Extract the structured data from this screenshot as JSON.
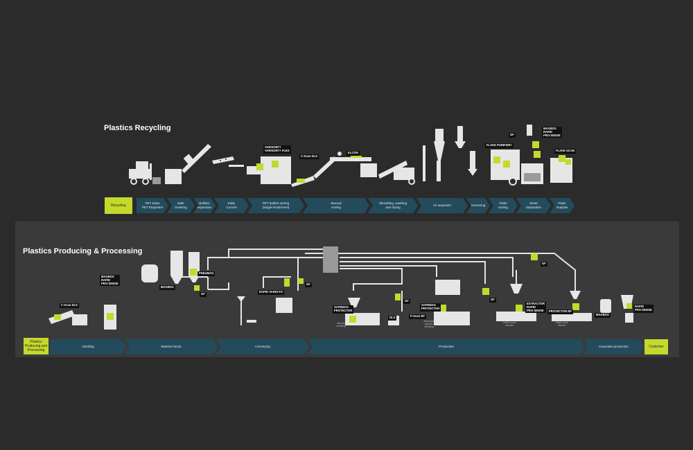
{
  "colors": {
    "background": "#2b2b2b",
    "panel": "#3a3a3a",
    "ribbon": "#234b5c",
    "accent": "#c5d92d",
    "line": "#e6e6e6"
  },
  "recycling": {
    "title": "Plastics Recycling",
    "start_label": "Recycling",
    "steps": [
      "PET bales\nPET briquettes",
      "Bale\nbreaking",
      "Ballistic\nseparation",
      "Eddy\nCurrent",
      "PET bottles sorting\n(single-/multi-level)",
      "Manual\nsorting",
      "Shredding, washing\nand drying",
      "Air separator",
      "Screening",
      "Flake\nsorting",
      "Metal\nSeparation",
      "Flake\nanalysis"
    ],
    "labels": {
      "varisort": "VARISORT+\nVARISORT+ FLEX",
      "cscan_dls": "C-Scan DLS",
      "elcon": "ELCON",
      "flake_purifier": "FLAKE PURIFIER+",
      "gf": "GF",
      "magbox_rps": "MAGBOX\nRAPID\nPRO-SENSE",
      "flake_scan": "FLAKE SCAN"
    }
  },
  "processing": {
    "title": "Plastics Producing & Processing",
    "start_label": "Plastics\nProducing and\nProcessing",
    "end_label": "Customer",
    "steps": [
      "Grinding",
      "Material Stock",
      "Conveying",
      "Production",
      "Granulate production"
    ],
    "labels": {
      "cscan_dls": "C-Scan DLS",
      "magbox_rps": "MAGBOX\nRAPID\nPRO-SENSE",
      "magbox": "MAGBOX",
      "pneumag": "PNEUMAG",
      "gf": "GF",
      "rapid_vario": "RAPID VARIO-FS",
      "safemag_1": "SAFEMAG\nPROTECTOR",
      "safemag_2": "SAFEMAG\nPROTECTOR",
      "dls": "DLS",
      "pscan": "P-Scan RF",
      "extractor": "EXTRACTOR\nRAPID\nPRO-SENSE",
      "protector_rf": "PROTECTOR RF",
      "magbox_end": "MAGBOX",
      "rapid_ps_end": "RAPID\nPRO-SENSE"
    },
    "captions": {
      "injection_1": "Injection\nmoulding",
      "injection_2": "Blow/foam\ninjection\nMoulding",
      "double_screw": "Double screw\nextruder",
      "single_screw": "Single screw\nextruder"
    }
  }
}
